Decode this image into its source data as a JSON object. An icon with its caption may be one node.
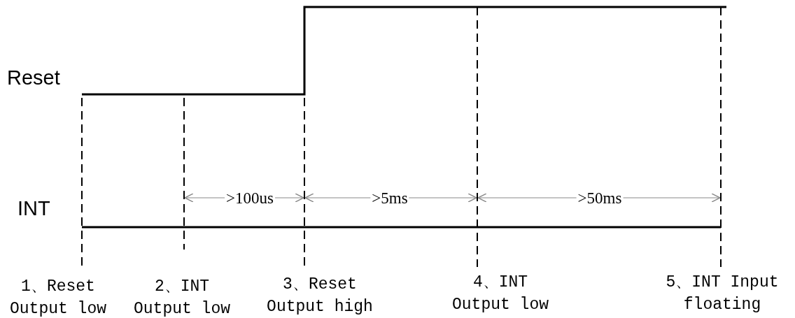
{
  "diagram": {
    "labels": [
      "Reset",
      "INT",
      ">100us",
      ">5ms",
      ">50ms",
      "1、Reset Output low",
      "2、INT Output low",
      "3、Reset Output high",
      "4、INT Output low",
      "5、INT Input floating"
    ]
  }
}
